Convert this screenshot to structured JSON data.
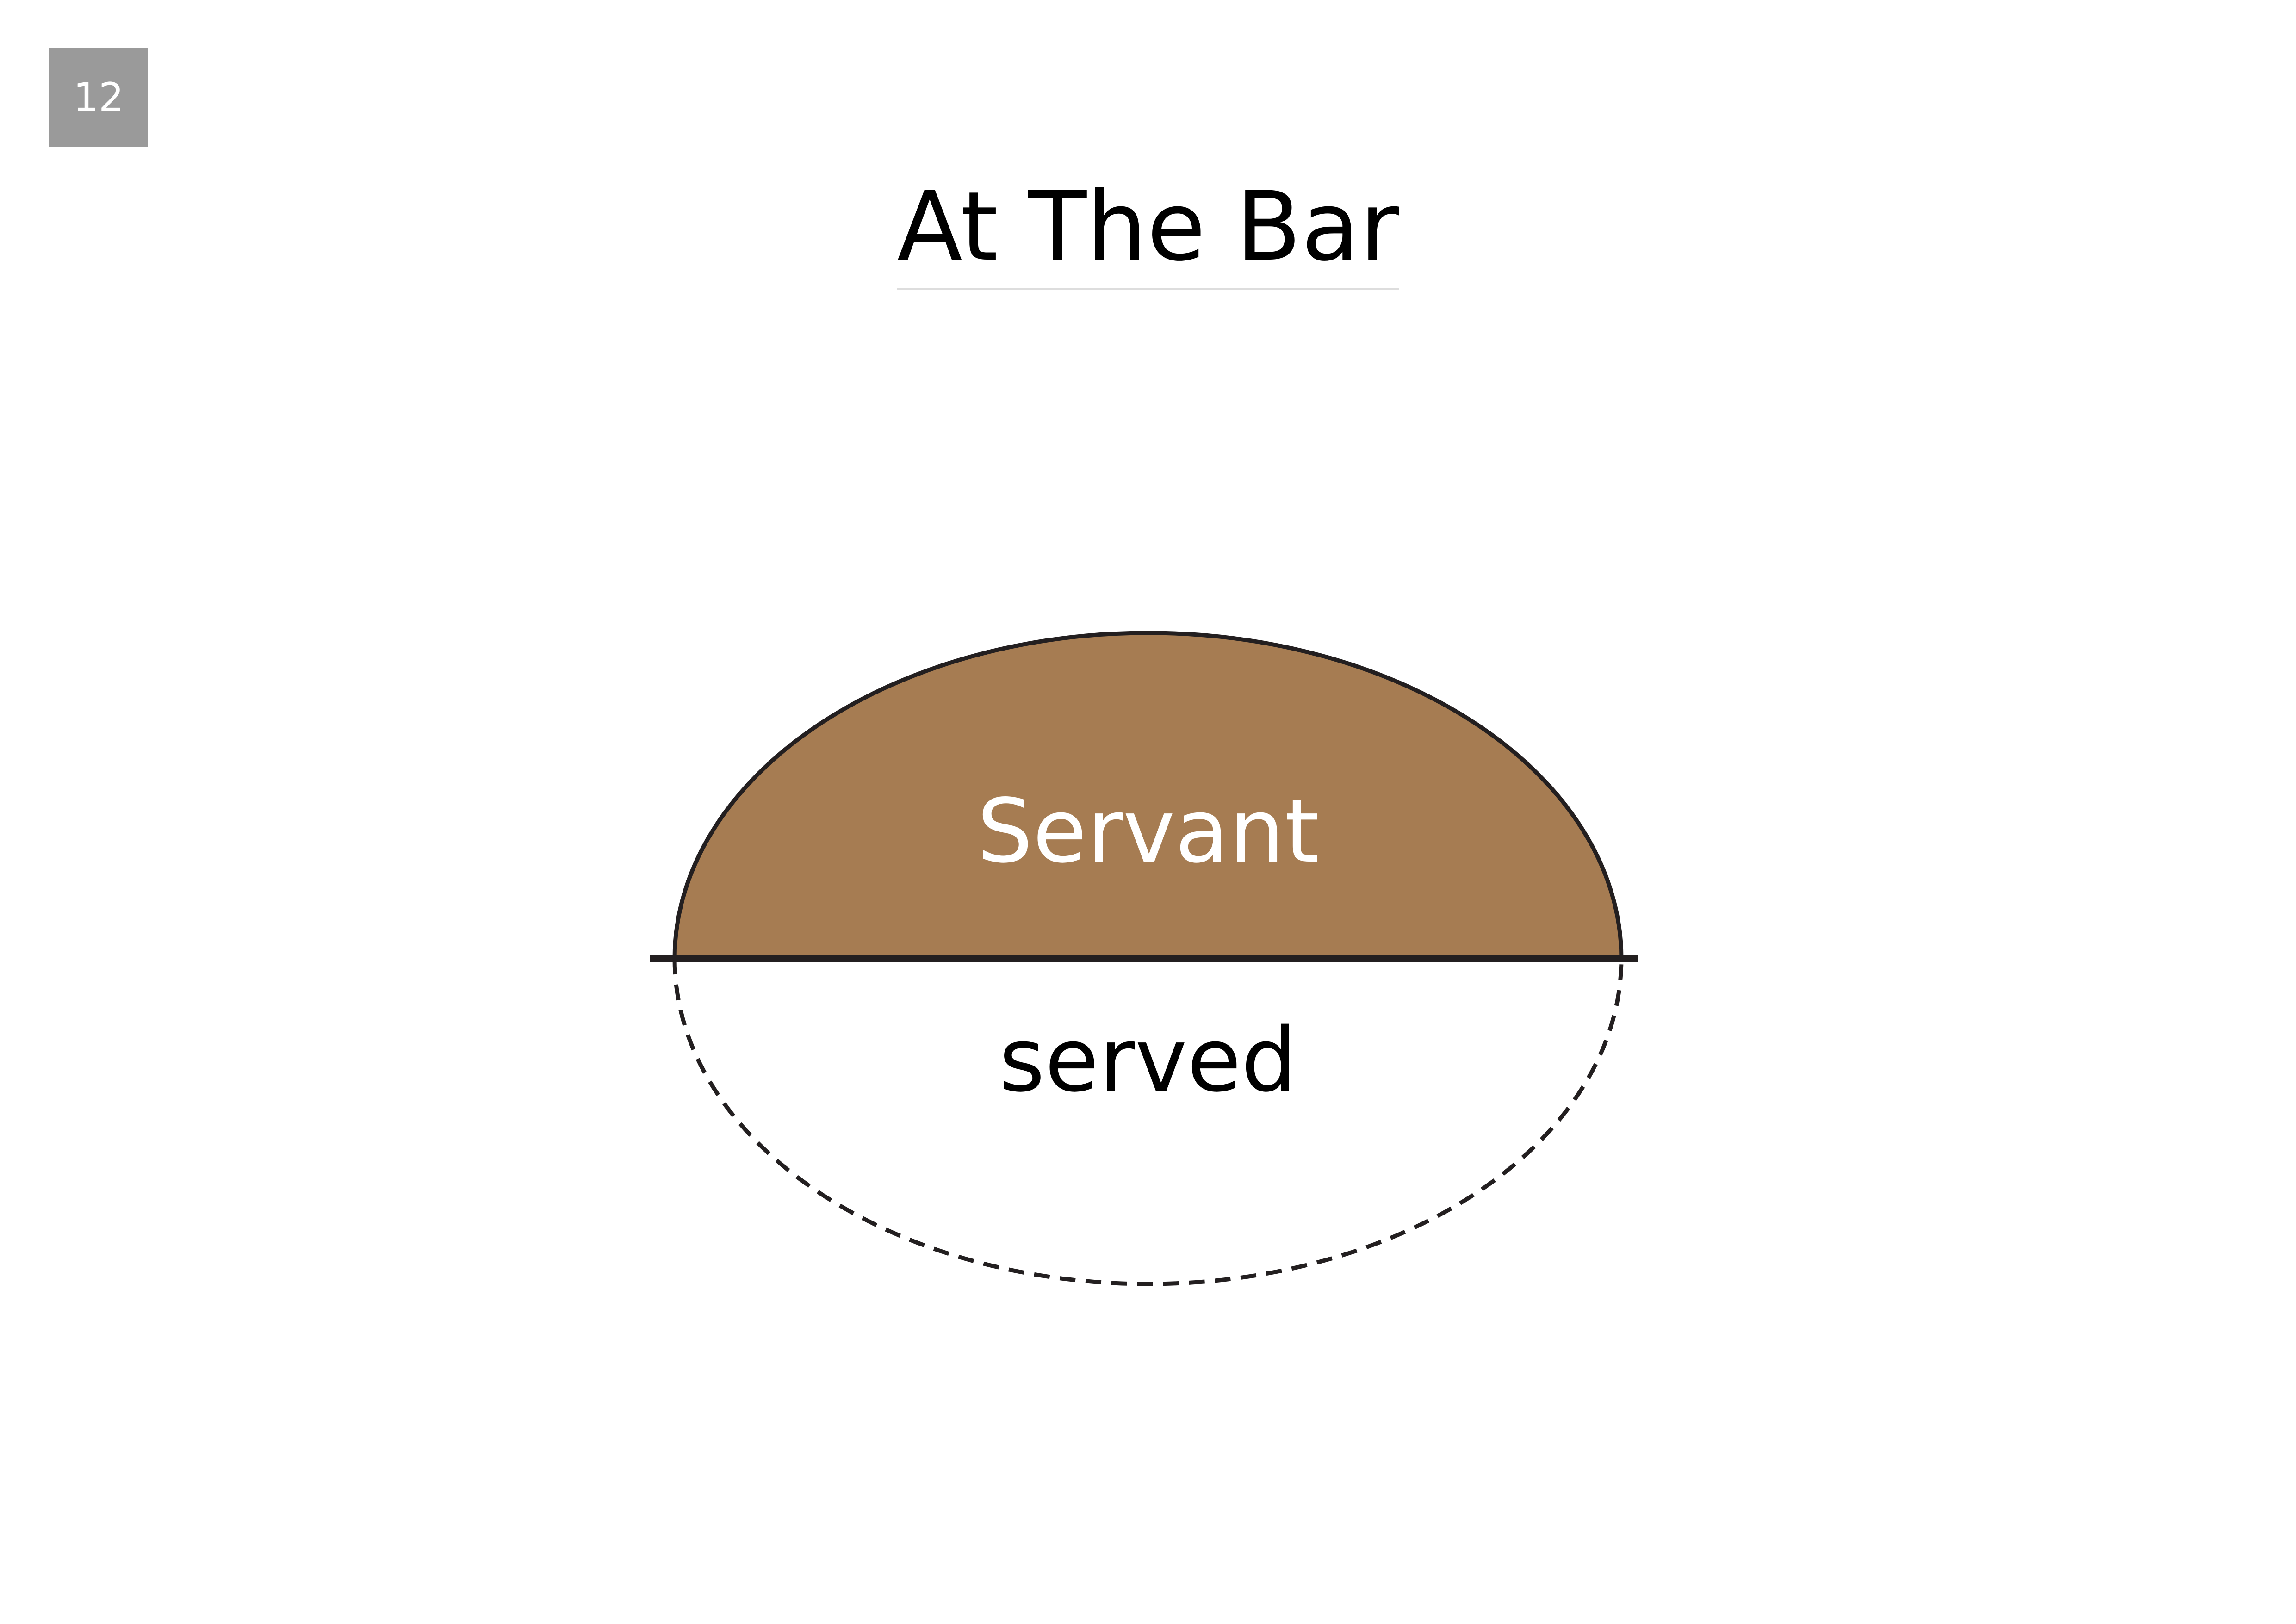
{
  "page": {
    "number": "12",
    "title": "At The Bar"
  },
  "diagram": {
    "upper_label": "Servant",
    "lower_label": "served",
    "colors": {
      "upper_fill": "#a67c52",
      "outline": "#231f20",
      "upper_text": "#ffffff",
      "lower_text": "#000000"
    }
  }
}
